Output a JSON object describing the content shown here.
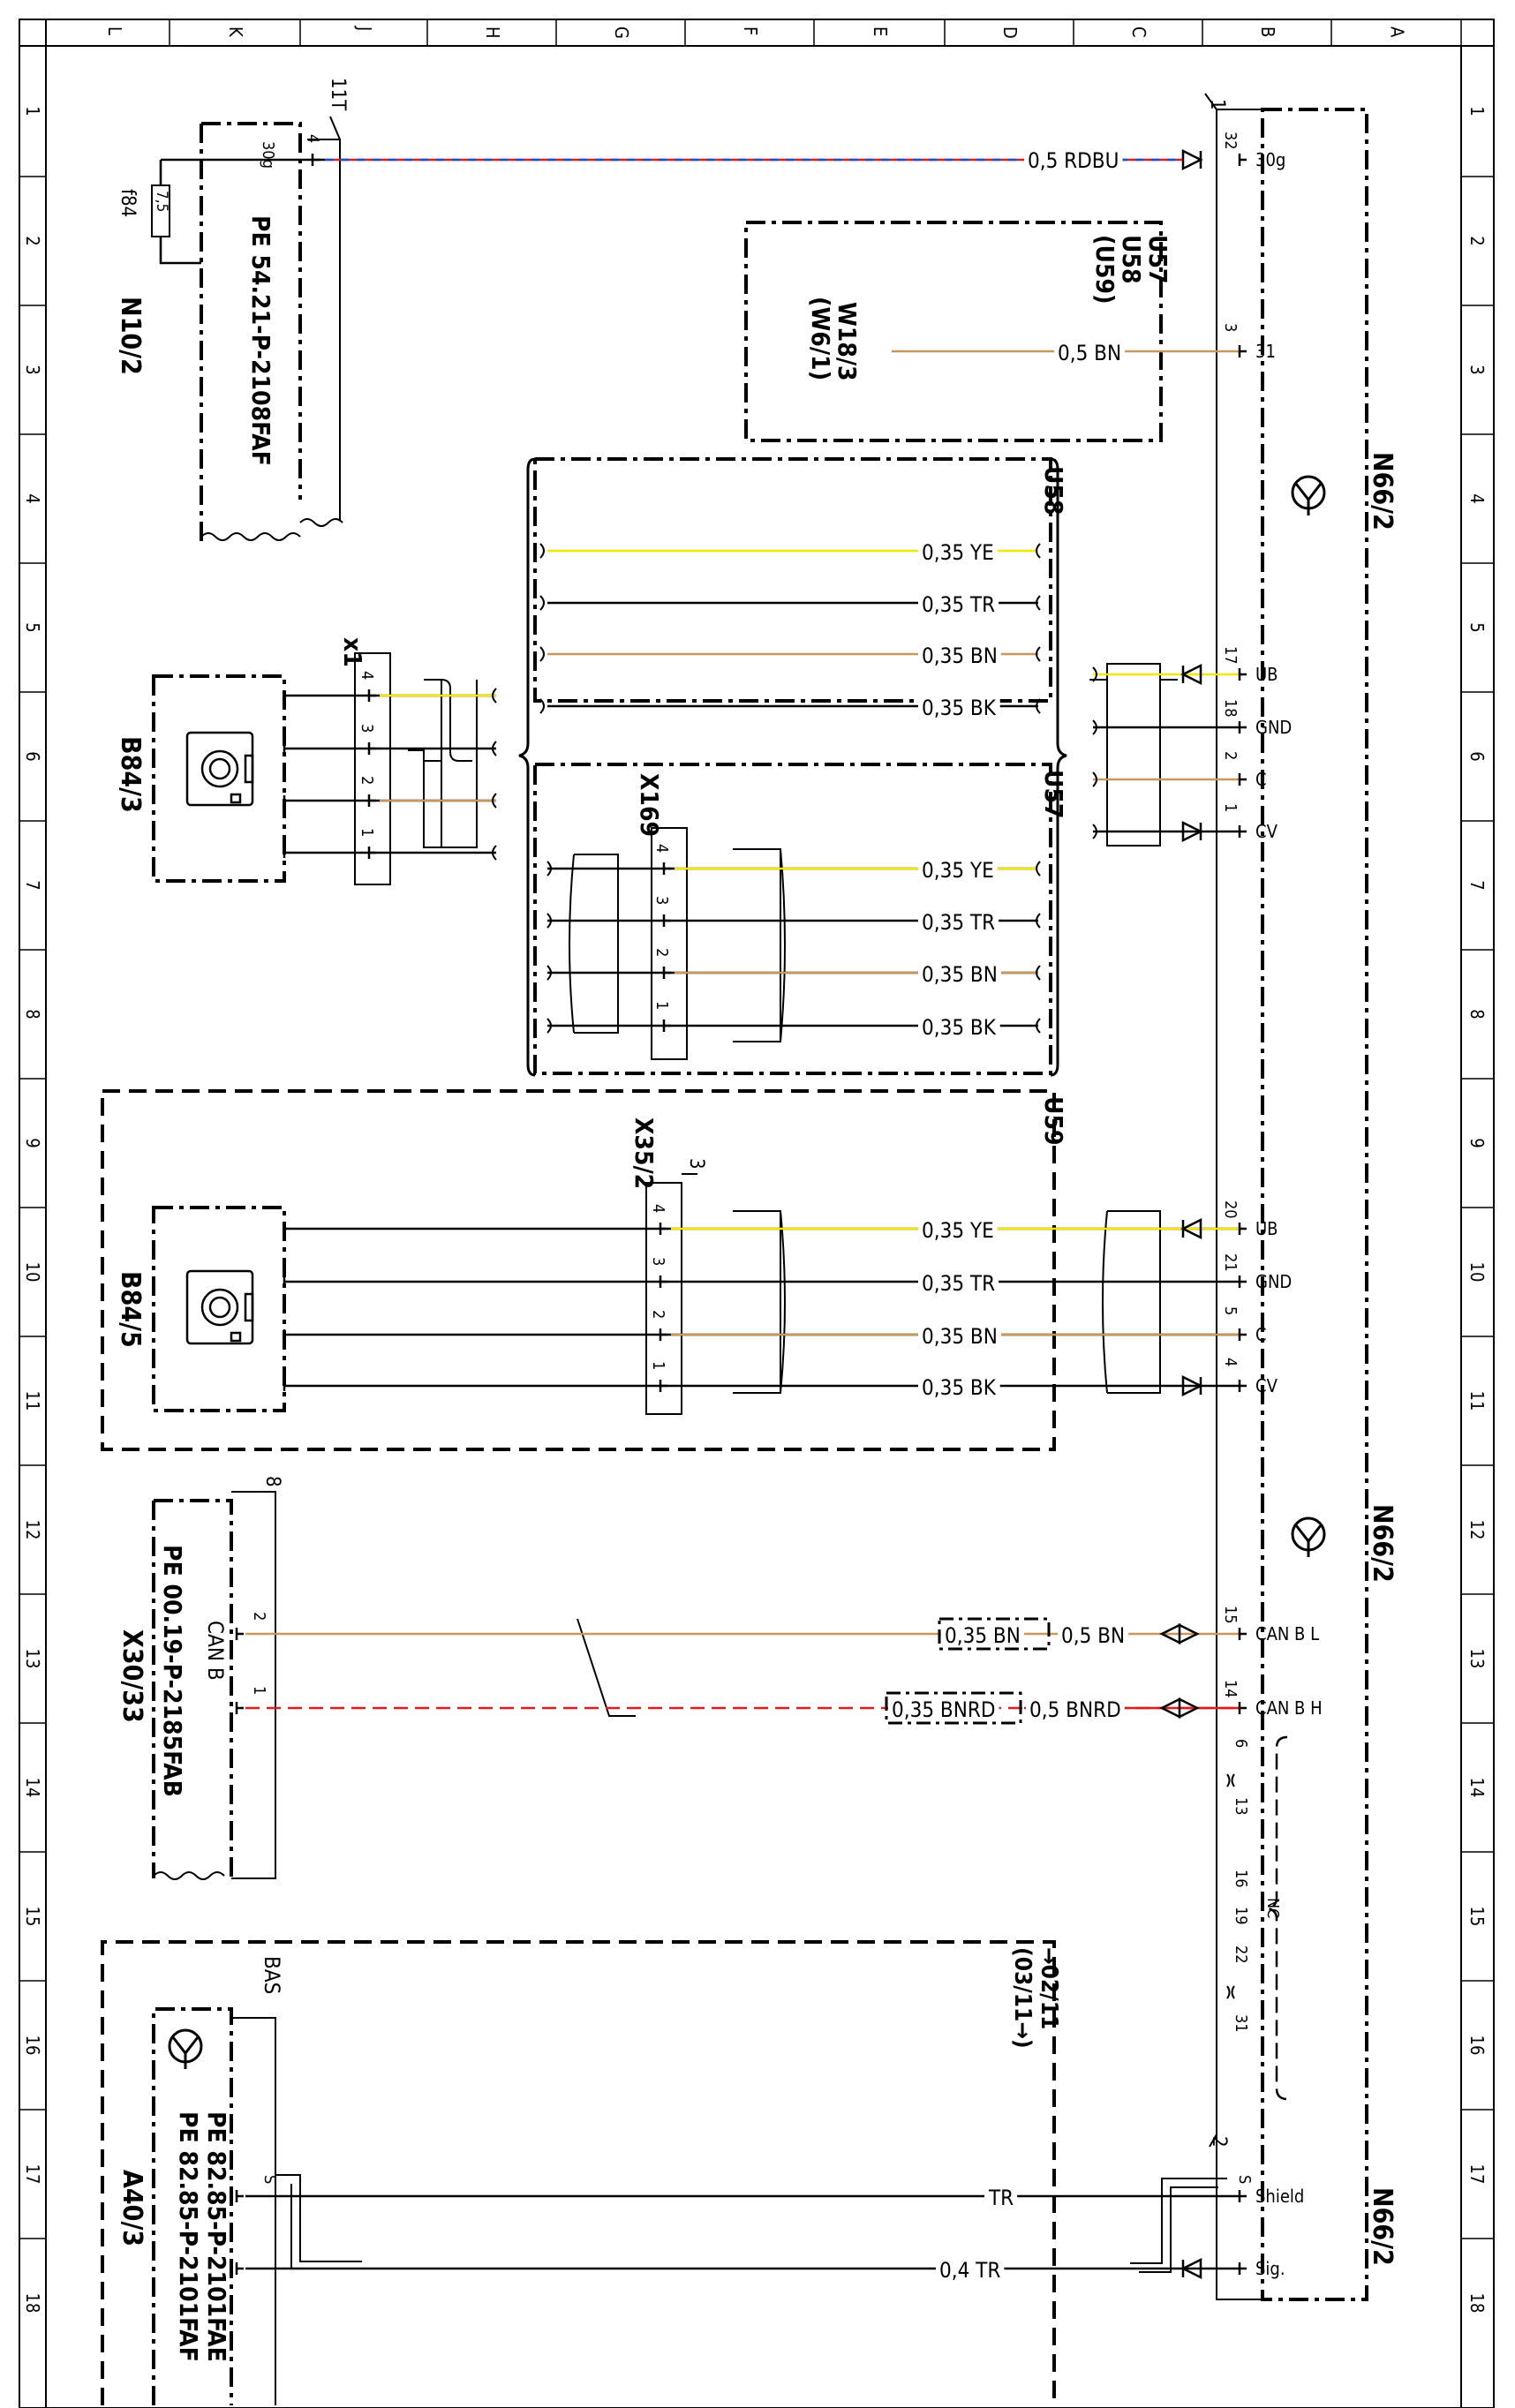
{
  "grid": {
    "top_letters": [
      "L",
      "K",
      "J",
      "H",
      "G",
      "F",
      "E",
      "D",
      "C",
      "B",
      "A"
    ],
    "row_numbers": [
      "1",
      "2",
      "3",
      "4",
      "5",
      "6",
      "7",
      "8",
      "9",
      "10",
      "11",
      "12",
      "13",
      "14",
      "15",
      "16",
      "17",
      "18"
    ]
  },
  "components": {
    "n66_2_top": "N66/2",
    "n66_2_mid": "N66/2",
    "n66_2_bot": "N66/2",
    "n10_2": "N10/2",
    "n10_2_pe": "PE 54.21-P-2108FAF",
    "fuse_name": "f84",
    "fuse_rating": "7,5",
    "fuse_pin": "30g",
    "n10_conn": "11T",
    "n10_pin": "4",
    "u57_u58_u59": [
      "U57",
      "U58",
      "(U59)"
    ],
    "w18_3": "W18/3",
    "w6_1": "(W6/1)",
    "u58": "U58",
    "u57": "U57",
    "u59": "U59",
    "x1": "x1",
    "x169": "X169",
    "x35_2": "X35/2",
    "x35_2_num": "3",
    "b84_3": "B84/3",
    "b84_5": "B84/5",
    "x30_33": "X30/33",
    "x30_33_pe": "PE 00.19-P-2185FAB",
    "can_b": "CAN B",
    "x30_num": "8",
    "bas": "BAS",
    "a40_3": "A40/3",
    "a40_pe1": "PE 82.85-P-2101FAE",
    "a40_pe2": "PE 82.85-P-2101FAF",
    "a40_s": "S",
    "ref_02_11": "→02/11",
    "ref_03_11": "(03/11→)",
    "n66_conn1": "1",
    "n66_conn2": "2",
    "nc": "NC",
    "nc_pins_a": [
      "6",
      "13"
    ],
    "nc_pins_b": [
      "16",
      "19",
      "22",
      "31"
    ],
    "shield_s": "S"
  },
  "wires": {
    "w30g": {
      "label": "0,5  RDBU",
      "pin": "32",
      "func": "30g"
    },
    "w31": {
      "label": "0,5  BN",
      "pin": "3",
      "func": "31"
    },
    "u58_w": [
      {
        "label": "0,35  YE"
      },
      {
        "label": "0,35  TR"
      },
      {
        "label": "0,35  BN"
      },
      {
        "label": "0,35  BK"
      }
    ],
    "n66_top_pins": [
      {
        "pin": "17",
        "func": "UB"
      },
      {
        "pin": "18",
        "func": "GND"
      },
      {
        "pin": "2",
        "func": "C"
      },
      {
        "pin": "1",
        "func": "CV"
      }
    ],
    "x1_pins": [
      "4",
      "3",
      "2",
      "1"
    ],
    "u57_w": [
      {
        "label": "0,35  YE",
        "pin": "4"
      },
      {
        "label": "0,35  TR",
        "pin": "3"
      },
      {
        "label": "0,35  BN",
        "pin": "2"
      },
      {
        "label": "0,35  BK",
        "pin": "1"
      }
    ],
    "u59_w": [
      {
        "label": "0,35  YE",
        "x_pin": "4",
        "pin": "20",
        "func": "UB"
      },
      {
        "label": "0,35  TR",
        "x_pin": "3",
        "pin": "21",
        "func": "GND"
      },
      {
        "label": "0,35  BN",
        "x_pin": "2",
        "pin": "5",
        "func": "C"
      },
      {
        "label": "0,35  BK",
        "x_pin": "1",
        "pin": "4",
        "func": "CV"
      }
    ],
    "can_l": {
      "box": "0,35  BN",
      "label": "0,5  BN",
      "pin": "15",
      "func": "CAN B L",
      "x_pin": "2"
    },
    "can_h": {
      "box": "0,35  BNRD",
      "label": "0,5  BNRD",
      "pin": "14",
      "func": "CAN B H",
      "x_pin": "1"
    },
    "shield": {
      "label": "TR",
      "func": "Shield"
    },
    "sig": {
      "label": "0,4  TR",
      "func": "Sig."
    }
  },
  "colors": {
    "yellow": "#f3e600",
    "brown": "#c8975a",
    "red": "#e11b1b",
    "blue": "#1a4fd1",
    "black": "#000000"
  }
}
